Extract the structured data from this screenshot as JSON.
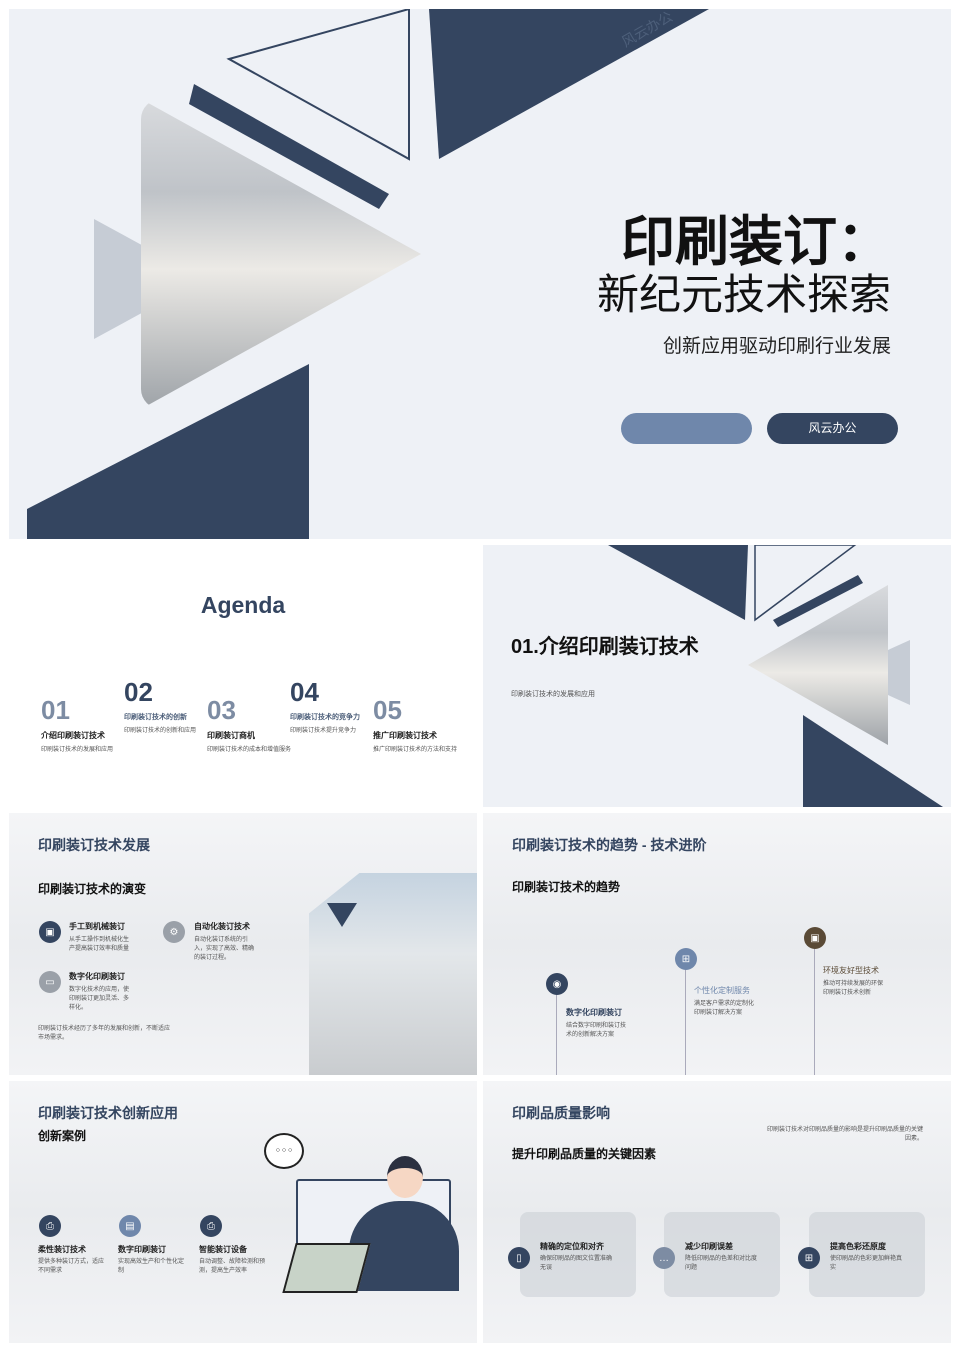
{
  "colors": {
    "navy": "#344560",
    "light_blue": "#6f87ab",
    "slide_bg": "#eef1f6",
    "brown": "#5a4a36"
  },
  "cover": {
    "title_line1": "印刷装订：",
    "title_line2": "新纪元技术探索",
    "subtitle": "创新应用驱动印刷行业发展",
    "button_brand": "风云办公",
    "watermark": "风云办公"
  },
  "agenda": {
    "title": "Agenda",
    "items": [
      {
        "num": "01",
        "title": "介绍印刷装订技术",
        "desc": "印刷装订技术的发展和应用"
      },
      {
        "num": "02",
        "title": "印刷装订技术的创新",
        "desc": "印刷装订技术的创新和应用"
      },
      {
        "num": "03",
        "title": "印刷装订商机",
        "desc": "印刷装订技术的成本和增值服务"
      },
      {
        "num": "04",
        "title": "印刷装订技术的竞争力",
        "desc": "印刷装订技术提升竞争力"
      },
      {
        "num": "05",
        "title": "推广印刷装订技术",
        "desc": "推广印刷装订技术的方法和支持"
      }
    ]
  },
  "section1": {
    "title": "01.介绍印刷装订技术",
    "desc": "印刷装订技术的发展和应用"
  },
  "development": {
    "title": "印刷装订技术发展",
    "subtitle": "印刷装订技术的演变",
    "items": [
      {
        "title": "手工到机械装订",
        "desc": "从手工操作到机械化生产提高装订效率和质量",
        "icon": "image-icon"
      },
      {
        "title": "自动化装订技术",
        "desc": "自动化装订系统的引入，实现了高效、精确的装订过程。",
        "icon": "gear-icon"
      },
      {
        "title": "数字化印刷装订",
        "desc": "数字化技术的应用，使印刷装订更加灵活、多样化。",
        "icon": "keyboard-icon"
      }
    ],
    "note": "印刷装订技术经历了多年的发展和创新，不断适应市场需求。"
  },
  "trends": {
    "title": "印刷装订技术的趋势 - 技术进阶",
    "subtitle": "印刷装订技术的趋势",
    "items": [
      {
        "title": "数字化印刷装订",
        "desc": "结合数字印刷和装订技术的创新解决方案"
      },
      {
        "title": "个性化定制服务",
        "desc": "满足客户需求的定制化印刷装订解决方案"
      },
      {
        "title": "环境友好型技术",
        "desc": "推动可持续发展的环保印刷装订技术创新"
      }
    ]
  },
  "innovation": {
    "title": "印刷装订技术创新应用",
    "subtitle": "创新案例",
    "items": [
      {
        "title": "柔性装订技术",
        "desc": "提供多种装订方式，适应不同需求"
      },
      {
        "title": "数字印刷装订",
        "desc": "实现高效生产和个性化定制"
      },
      {
        "title": "智能装订设备",
        "desc": "自动调整、故障检测和预测，提高生产效率"
      }
    ],
    "bubble": "○ ○ ○"
  },
  "quality": {
    "title": "印刷品质量影响",
    "subtitle": "提升印刷品质量的关键因素",
    "note": "印刷装订技术对印刷品质量的影响是提升印刷品质量的关键因素。",
    "items": [
      {
        "title": "精确的定位和对齐",
        "desc": "确保印刷品的图文位置准确无误"
      },
      {
        "title": "减少印刷误差",
        "desc": "降低印刷品的色差和对比度问题"
      },
      {
        "title": "提高色彩还原度",
        "desc": "使印刷品的色彩更加鲜艳真实"
      }
    ]
  }
}
